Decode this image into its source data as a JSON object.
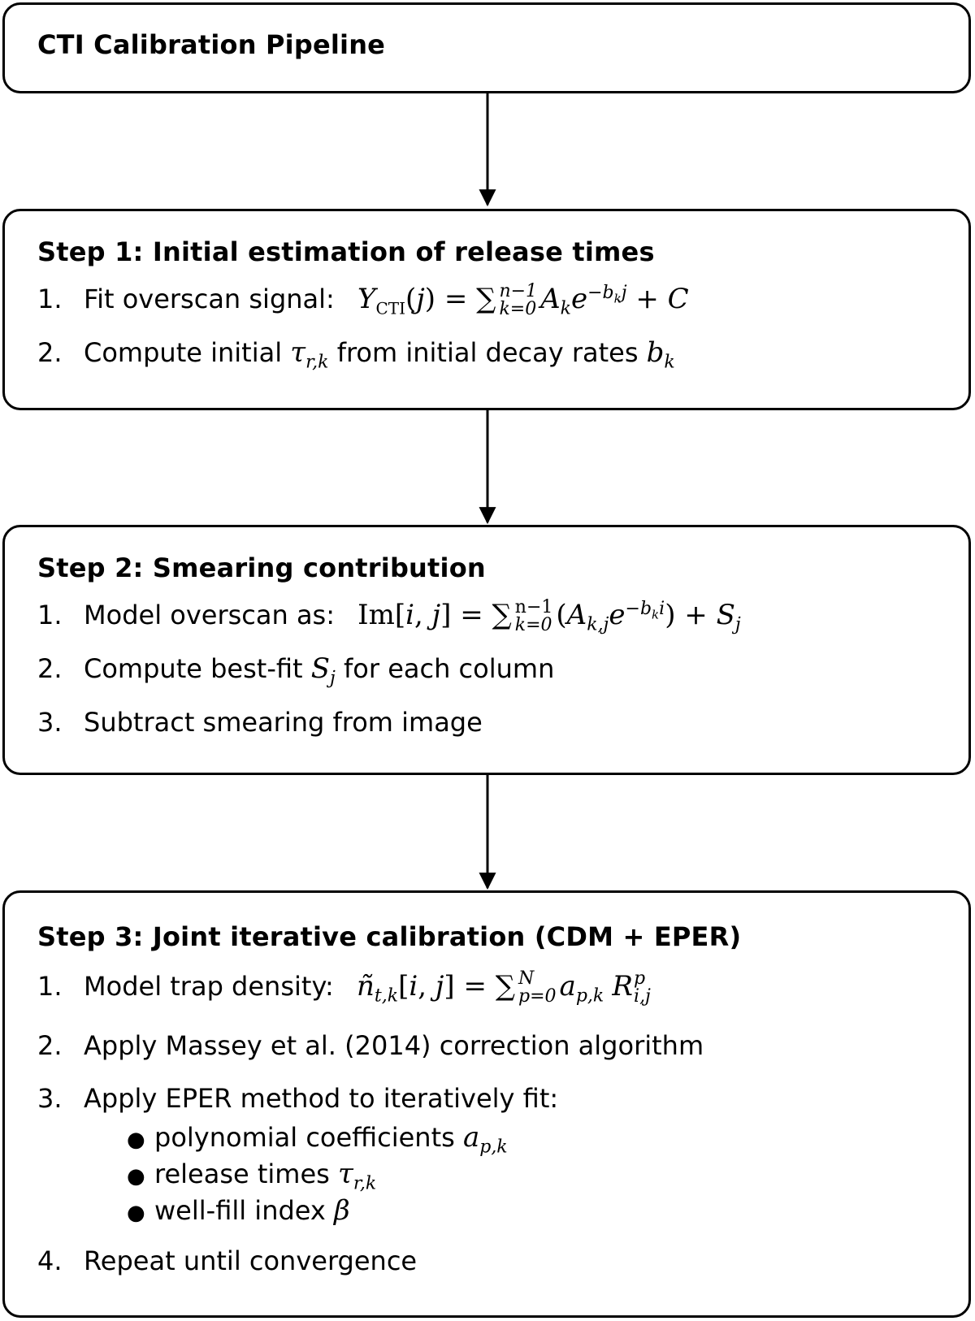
{
  "header": {
    "title": "CTI Calibration Pipeline"
  },
  "step1": {
    "title": "Step 1:  Initial estimation of release times",
    "items": [
      {
        "num": "1.",
        "text": "Fit overscan signal:",
        "formula": "Y_CTI(j) = Σ_{k=0}^{n−1} A_k e^{−b_k j} + C"
      },
      {
        "num": "2.",
        "text_a": "Compute initial",
        "sym_a": "τ_{r,k}",
        "text_b": "from initial decay rates",
        "sym_b": "b_k"
      }
    ]
  },
  "step2": {
    "title": "Step 2:  Smearing contribution",
    "items": [
      {
        "num": "1.",
        "text": "Model overscan as:",
        "formula": "Im[i, j] = Σ_{k=0}^{n−1} (A_{k,j} e^{−b_k i}) + S_j"
      },
      {
        "num": "2.",
        "text_a": "Compute best-fit",
        "sym_a": "S_j",
        "text_b": "for each column"
      },
      {
        "num": "3.",
        "text": "Subtract smearing from image"
      }
    ]
  },
  "step3": {
    "title": "Step 3:  Joint iterative calibration (CDM + EPER)",
    "items": [
      {
        "num": "1.",
        "text": "Model trap density:",
        "formula": "ñ_{t,k}[i, j] = Σ_{p=0}^{N} a_{p,k} R^p_{i,j}"
      },
      {
        "num": "2.",
        "text": "Apply Massey et al. (2014) correction algorithm"
      },
      {
        "num": "3.",
        "text": "Apply EPER method to iteratively fit:"
      },
      {
        "num": "4.",
        "text": "Repeat until convergence"
      }
    ],
    "bullets": [
      {
        "text": "polynomial coefficients",
        "sym": "a_{p,k}"
      },
      {
        "text": "release times",
        "sym": "τ_{r,k}"
      },
      {
        "text": "well-fill index",
        "sym": "β"
      }
    ]
  },
  "bullet_glyph": "●"
}
